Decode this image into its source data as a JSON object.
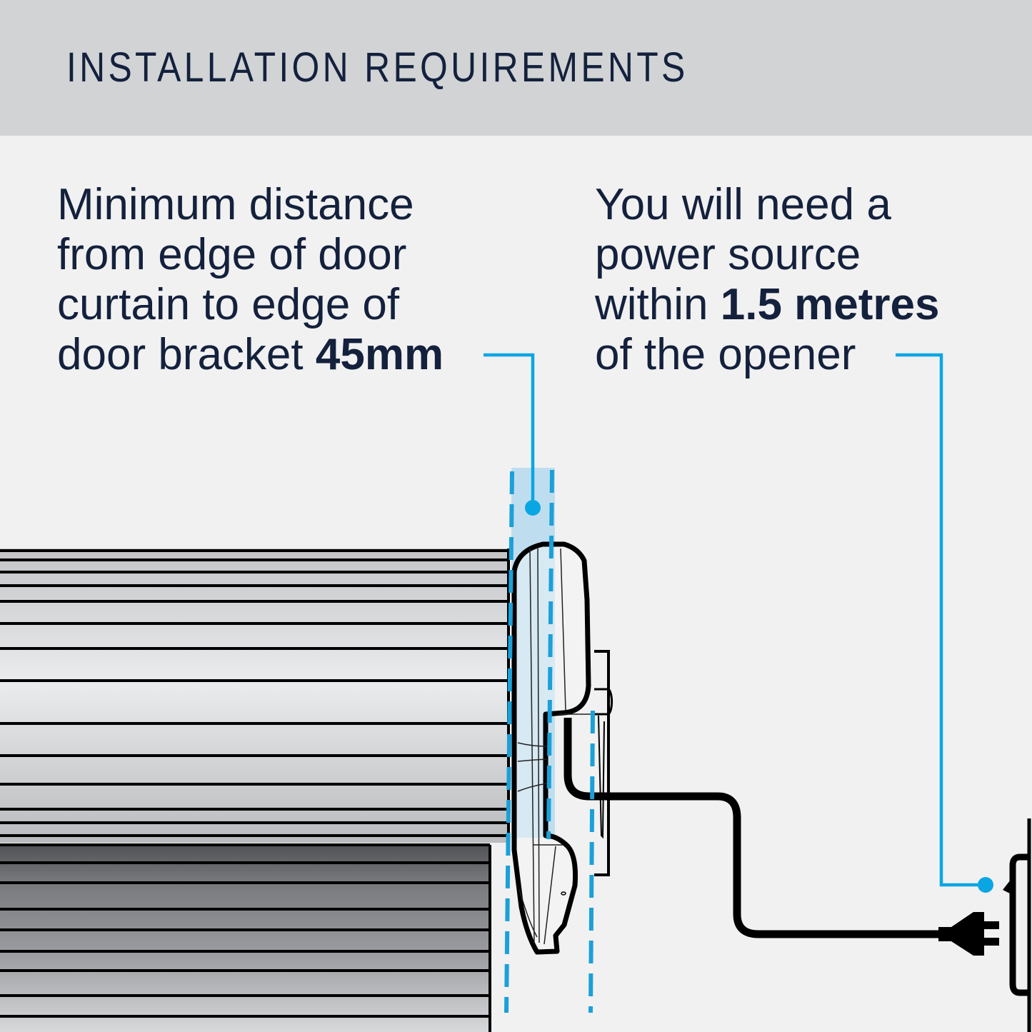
{
  "header": {
    "title": "INSTALLATION REQUIREMENTS"
  },
  "callouts": {
    "left": {
      "lines": [
        "Minimum distance",
        "from edge of door",
        "curtain to edge of",
        "door bracket "
      ],
      "emphasis": "45mm"
    },
    "right": {
      "lines": [
        "You will need a",
        "power source",
        "within ",
        "of the opener"
      ],
      "emphasis": "1.5 metres"
    }
  },
  "diagram": {
    "elements": [
      "roller-door-curtain",
      "door-bracket",
      "garage-door-opener",
      "power-cable",
      "power-plug",
      "wall-socket"
    ],
    "measurements": {
      "bracket_clearance": "45mm",
      "power_source_distance": "1.5 metres"
    },
    "colors": {
      "accent": "#0aa6e3",
      "highlight": "#b8dcef",
      "outline": "#000000",
      "text": "#14213d",
      "header_bg": "#d1d3d5",
      "page_bg": "#f1f1f1"
    }
  }
}
